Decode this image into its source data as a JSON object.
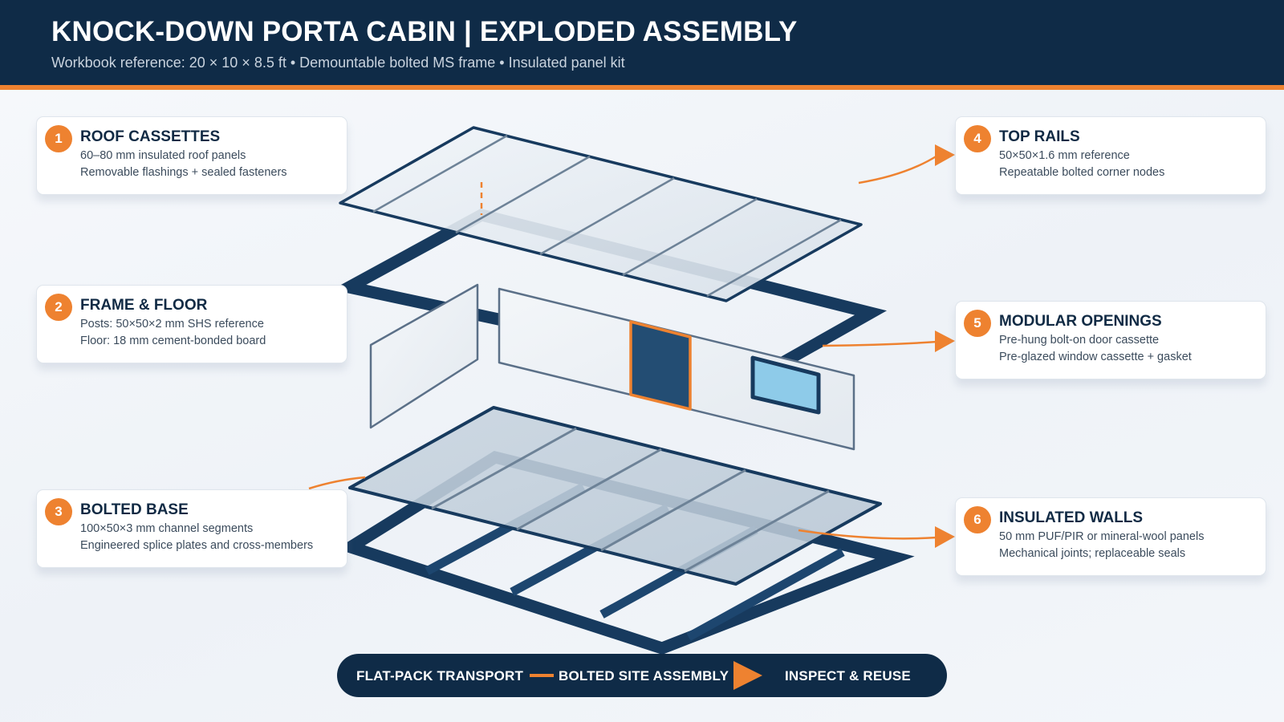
{
  "header": {
    "title": "KNOCK-DOWN PORTA CABIN | EXPLODED ASSEMBLY",
    "subtitle": "Workbook reference: 20 × 10 × 8.5 ft • Demountable bolted MS frame • Insulated panel kit"
  },
  "callouts": [
    {
      "number": "1",
      "title": "ROOF CASSETTES",
      "line1": "60–80 mm insulated roof panels",
      "line2": "Removable flashings + sealed fasteners"
    },
    {
      "number": "2",
      "title": "FRAME & FLOOR",
      "line1": "Posts: 50×50×2 mm SHS reference",
      "line2": "Floor: 18 mm cement-bonded board"
    },
    {
      "number": "3",
      "title": "BOLTED BASE",
      "line1": "100×50×3 mm channel segments",
      "line2": "Engineered splice plates and cross-members"
    },
    {
      "number": "4",
      "title": "TOP RAILS",
      "line1": "50×50×1.6 mm reference",
      "line2": "Repeatable bolted corner nodes"
    },
    {
      "number": "5",
      "title": "MODULAR OPENINGS",
      "line1": "Pre-hung bolt-on door cassette",
      "line2": "Pre-glazed window cassette + gasket"
    },
    {
      "number": "6",
      "title": "INSULATED WALLS",
      "line1": "50 mm PUF/PIR or mineral-wool panels",
      "line2": "Mechanical joints; replaceable seals"
    }
  ],
  "process": {
    "step1": "FLAT-PACK TRANSPORT",
    "step2": "BOLTED SITE ASSEMBLY",
    "step3": "INSPECT & REUSE"
  },
  "colors": {
    "navy": "#0f2b47",
    "frame": "#173a5e",
    "accent": "#ee8230",
    "glass": "#8ecbe9",
    "door": "#234d73"
  }
}
